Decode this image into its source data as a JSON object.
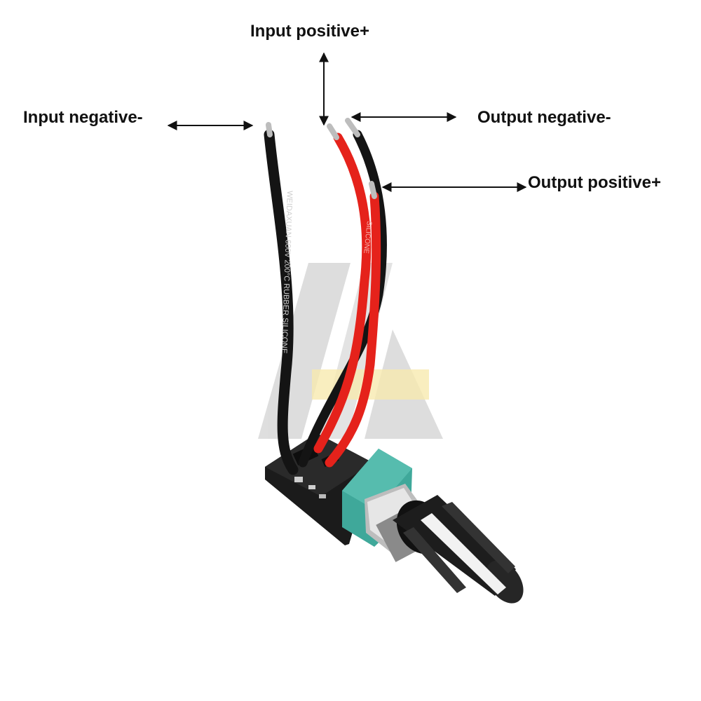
{
  "labels": {
    "input_positive": "Input positive+",
    "input_negative": "Input negative-",
    "output_negative": "Output negative-",
    "output_positive": "Output positive+"
  },
  "wire_print": {
    "black": "WEIDAXUAN 600V 200°C RUBBER SILICONE",
    "red": "SILICONE"
  },
  "colors": {
    "text": "#111111",
    "wire_red": "#e5221b",
    "wire_black": "#141414",
    "pcb": "#1a1a1a",
    "pot_body": "#3fa89a",
    "knob": "#1c1c1c",
    "knob_stripe": "#f2f2f2",
    "watermark_gray": "#d9d9d9",
    "watermark_yellow": "#f6e7a6"
  }
}
